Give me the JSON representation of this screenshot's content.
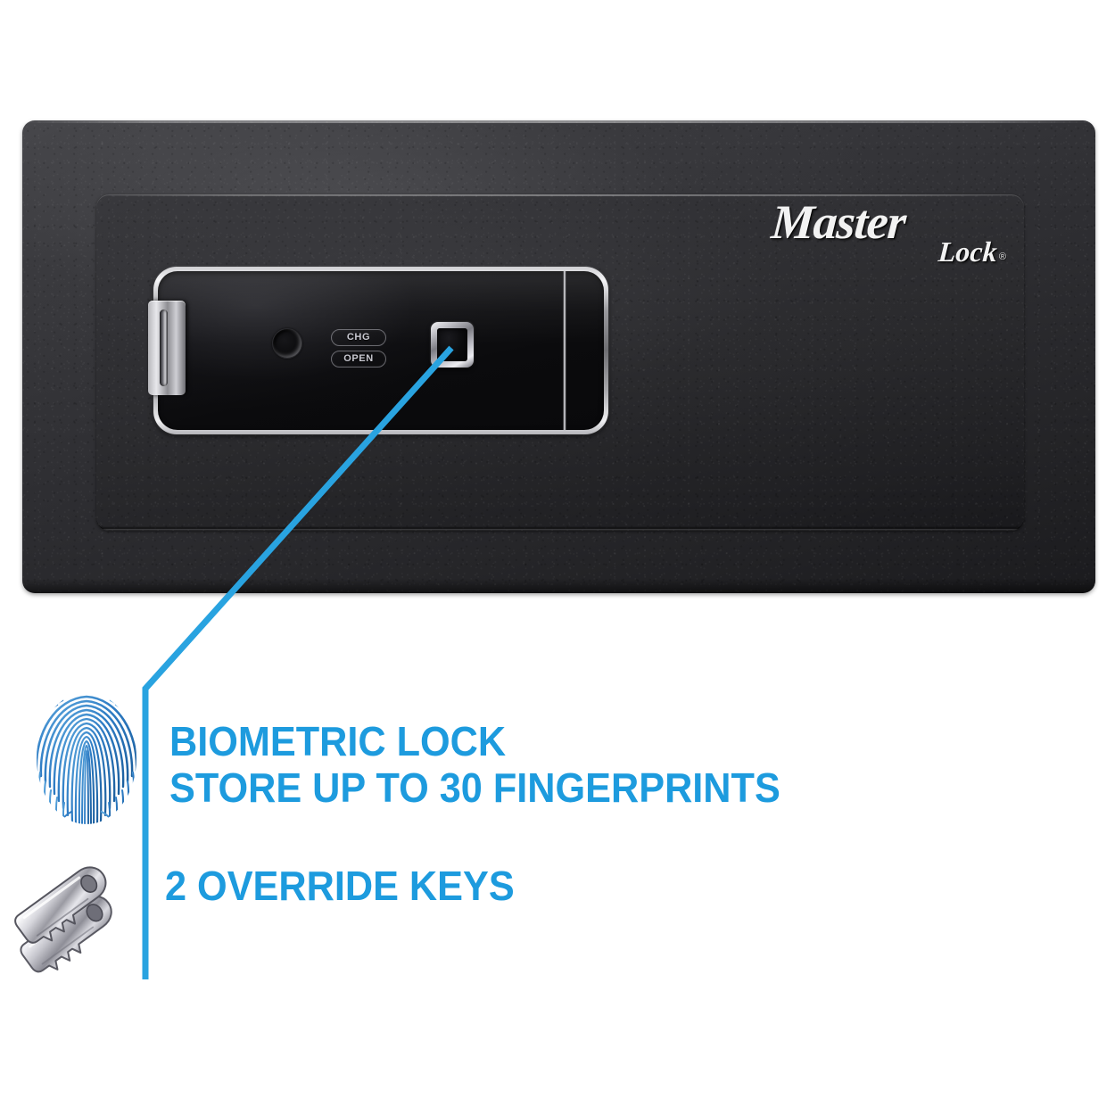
{
  "product": {
    "brand_logo": {
      "line1": "Master",
      "line2": "Lock",
      "registered_mark": "®"
    },
    "control_panel": {
      "status_indicators": [
        {
          "id": "chg",
          "label": "CHG"
        },
        {
          "id": "open",
          "label": "OPEN"
        }
      ],
      "led_name": "status-led",
      "sensor_name": "fingerprint-sensor",
      "handle_name": "door-handle-recess"
    }
  },
  "callouts": [
    {
      "id": "biometric-lock",
      "icon": "fingerprint-icon",
      "lines": [
        "BIOMETRIC LOCK",
        "STORE UP TO 30 FINGERPRINTS"
      ]
    },
    {
      "id": "override-keys",
      "icon": "keys-icon",
      "lines": [
        "2 OVERRIDE KEYS"
      ]
    }
  ],
  "colors": {
    "accent_blue": "#29A3E0",
    "callout_text_blue": "#1D9BDE",
    "safe_body_dark": "#2E2E32",
    "background": "#FFFFFF",
    "chrome_light": "#F0F0F2",
    "fingerprint_blue": "#2E7CC4",
    "key_silver": "#C8C8CE"
  }
}
